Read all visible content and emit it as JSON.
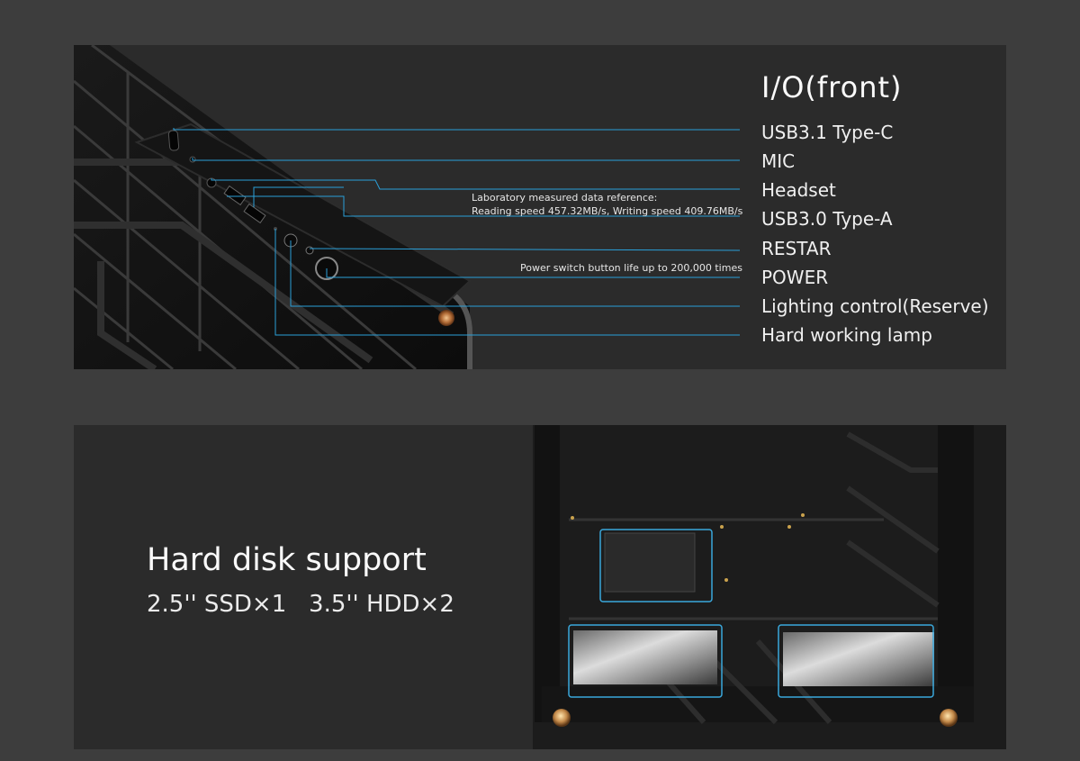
{
  "io_section": {
    "title": "I/O(front)",
    "ports": [
      "USB3.1 Type-C",
      "MIC",
      "Headset",
      "USB3.0 Type-A",
      "RESTAR",
      "POWER",
      "Lighting control(Reserve)",
      "Hard working lamp"
    ],
    "usb_note_line1": "Laboratory measured data reference:",
    "usb_note_line2": "Reading speed 457.32MB/s, Writing speed 409.76MB/s",
    "power_note": "Power switch button life up to 200,000 times",
    "callout_color": "#2a9fd8"
  },
  "hdd_section": {
    "title": "Hard disk support",
    "spec": "2.5'' SSD×1   3.5'' HDD×2",
    "highlight_color": "#3aa8dc"
  }
}
